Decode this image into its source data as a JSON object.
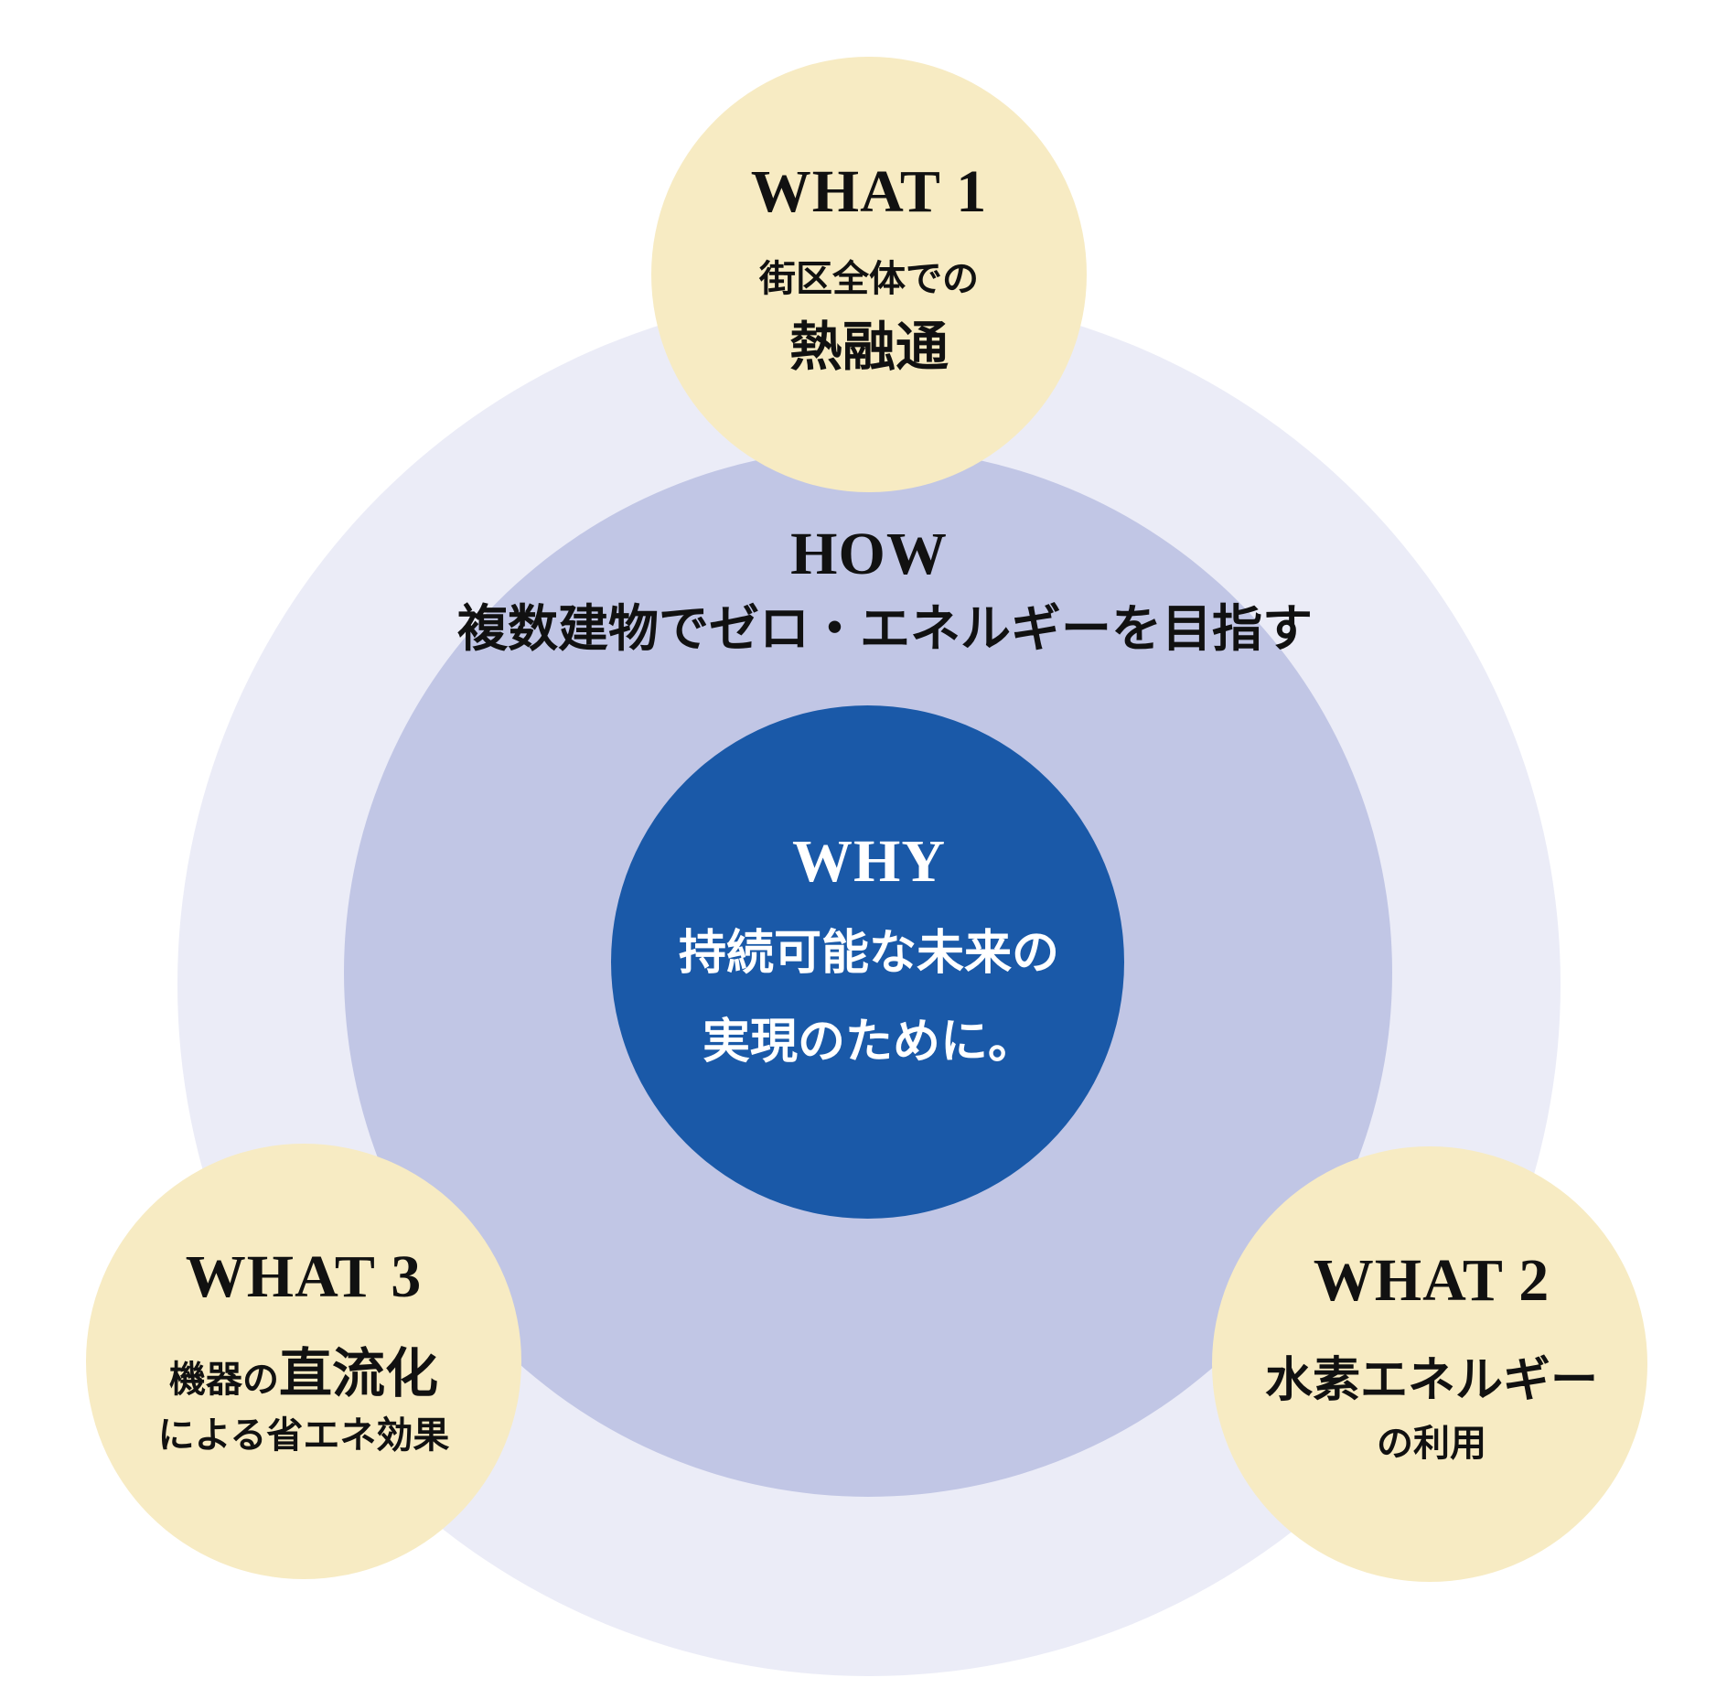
{
  "colors": {
    "outer_ring": "#EBECF7",
    "middle_ring": "#C1C6E5",
    "core": "#1A59A8",
    "bubble": "#F7EBC3",
    "text_dark": "#111111",
    "text_light": "#FFFFFF"
  },
  "how": {
    "heading": "HOW",
    "text": "複数建物でゼロ・エネルギーを目指す"
  },
  "why": {
    "heading": "WHY",
    "line1": "持続可能な未来の",
    "line2": "実現のために。"
  },
  "what1": {
    "heading": "WHAT 1",
    "line1": "街区全体での",
    "line2": "熱融通"
  },
  "what2": {
    "heading": "WHAT 2",
    "line1": "水素エネルギー",
    "line2": "の利用"
  },
  "what3": {
    "heading": "WHAT 3",
    "line1_small": "機器の",
    "line1_large": "直流化",
    "line2": "による省エネ効果"
  }
}
